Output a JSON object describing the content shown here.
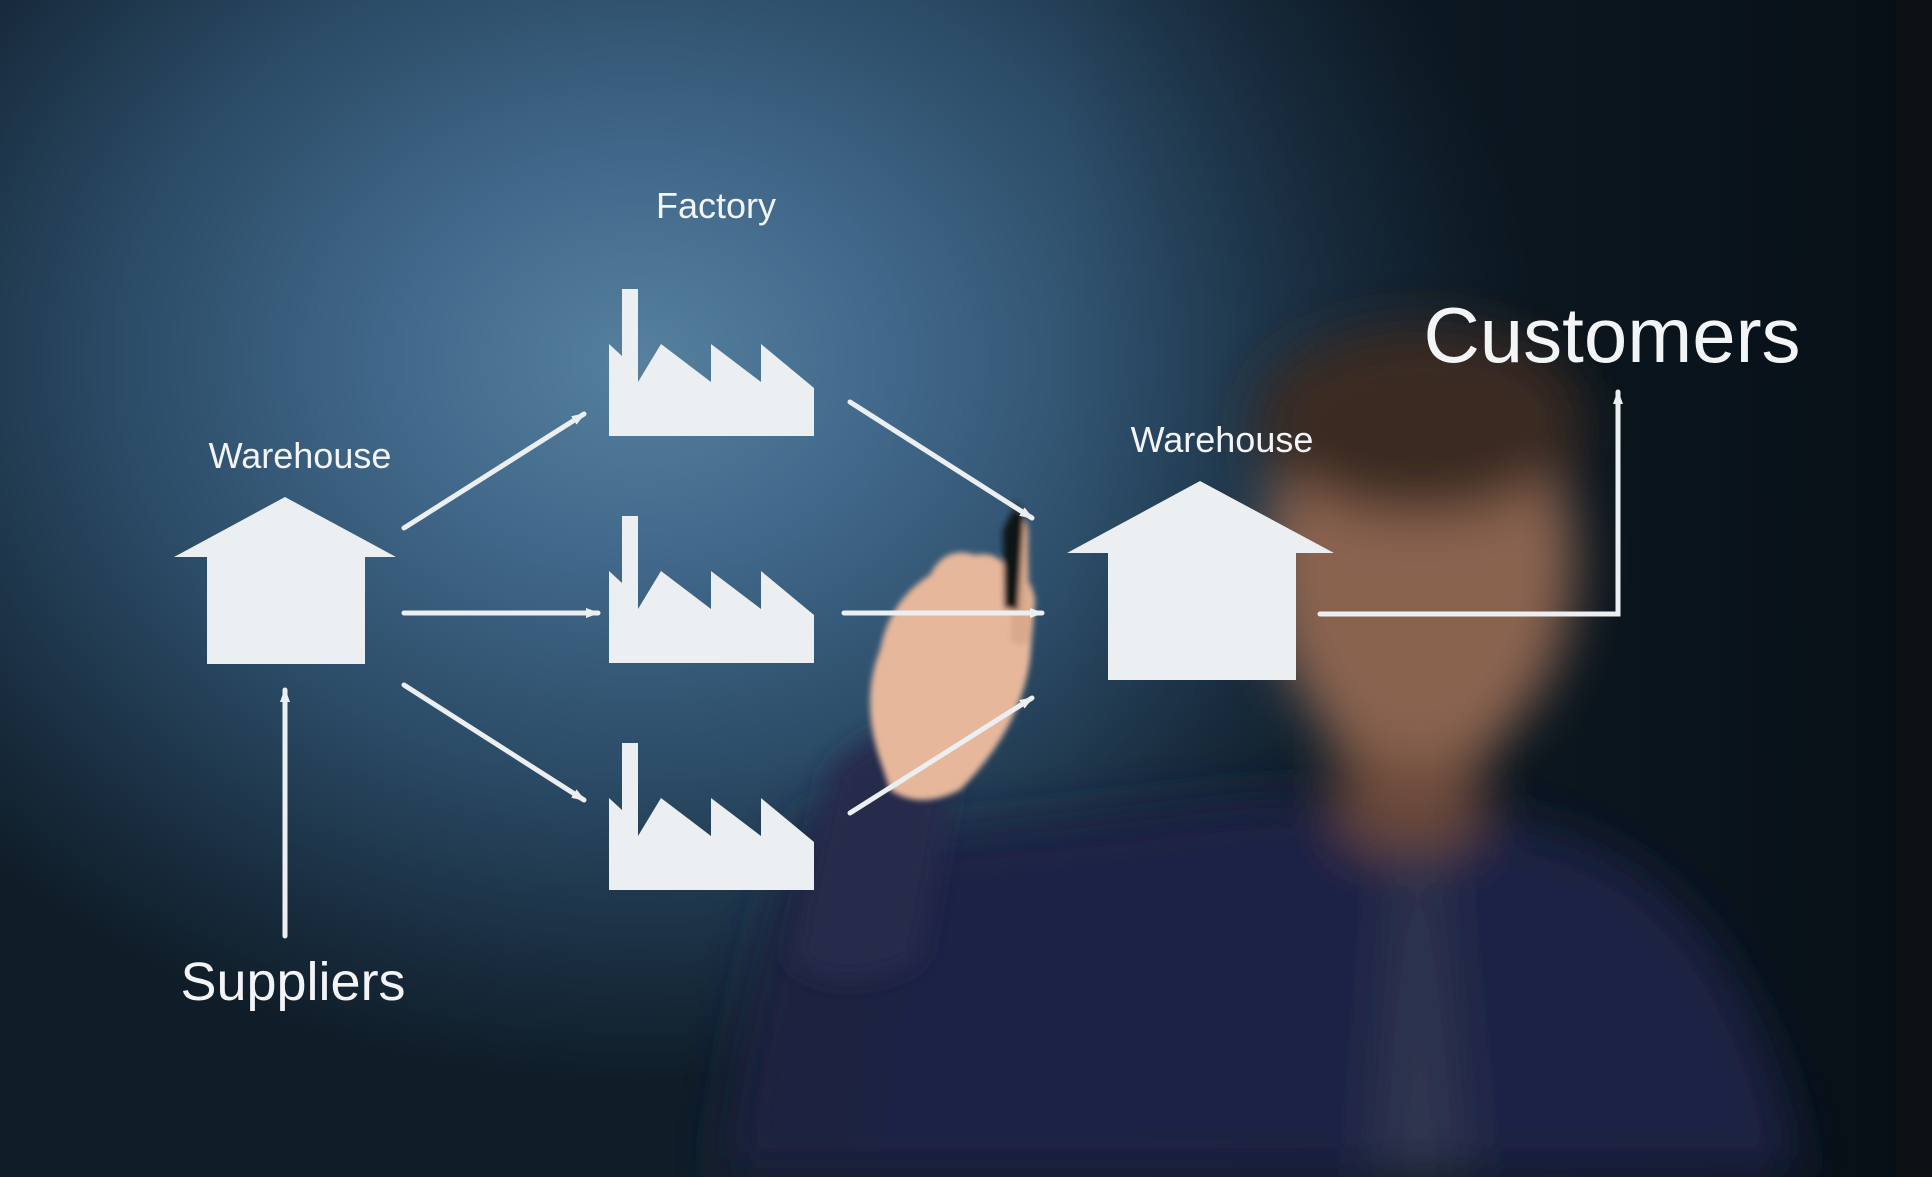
{
  "diagram": {
    "nodes": {
      "factory_label": "Factory",
      "warehouse_left_label": "Warehouse",
      "warehouse_right_label": "Warehouse",
      "suppliers_label": "Suppliers",
      "customers_label": "Customers"
    },
    "icons": {
      "warehouse": "house-icon",
      "factory": "factory-icon",
      "flow": "arrow-icon"
    },
    "colors": {
      "background": "#41688a",
      "drawing": "#eceff1"
    }
  }
}
